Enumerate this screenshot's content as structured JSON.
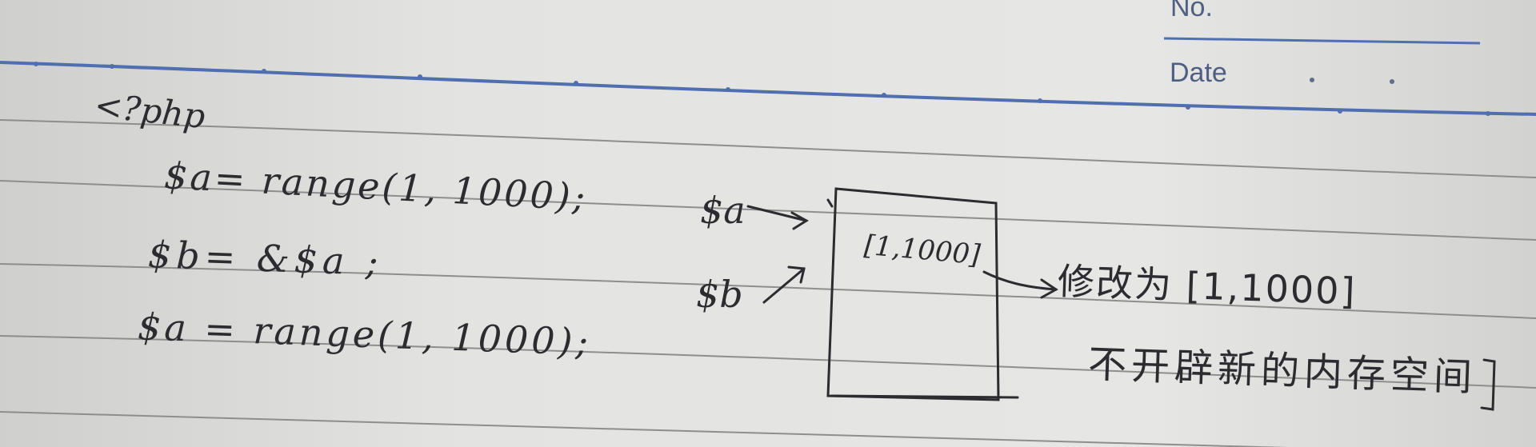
{
  "header": {
    "no_label": "No.",
    "date_label": "Date"
  },
  "code": {
    "open_tag": "<?php",
    "line1": "$a= range(1, 1000);",
    "line2": "$b= &$a ;",
    "line3": "$a = range(1, 1000);"
  },
  "diagram": {
    "var_a": "$a",
    "var_b": "$b",
    "box_content": "[1,1000]",
    "note1": "修改为 [1,1000]",
    "note2": "不开辟新的内存空间"
  },
  "colors": {
    "paper": "#e2e2e0",
    "ruled_line": "#4f6fb0",
    "ink": "#2b2b30",
    "print": "#4f5f82"
  }
}
